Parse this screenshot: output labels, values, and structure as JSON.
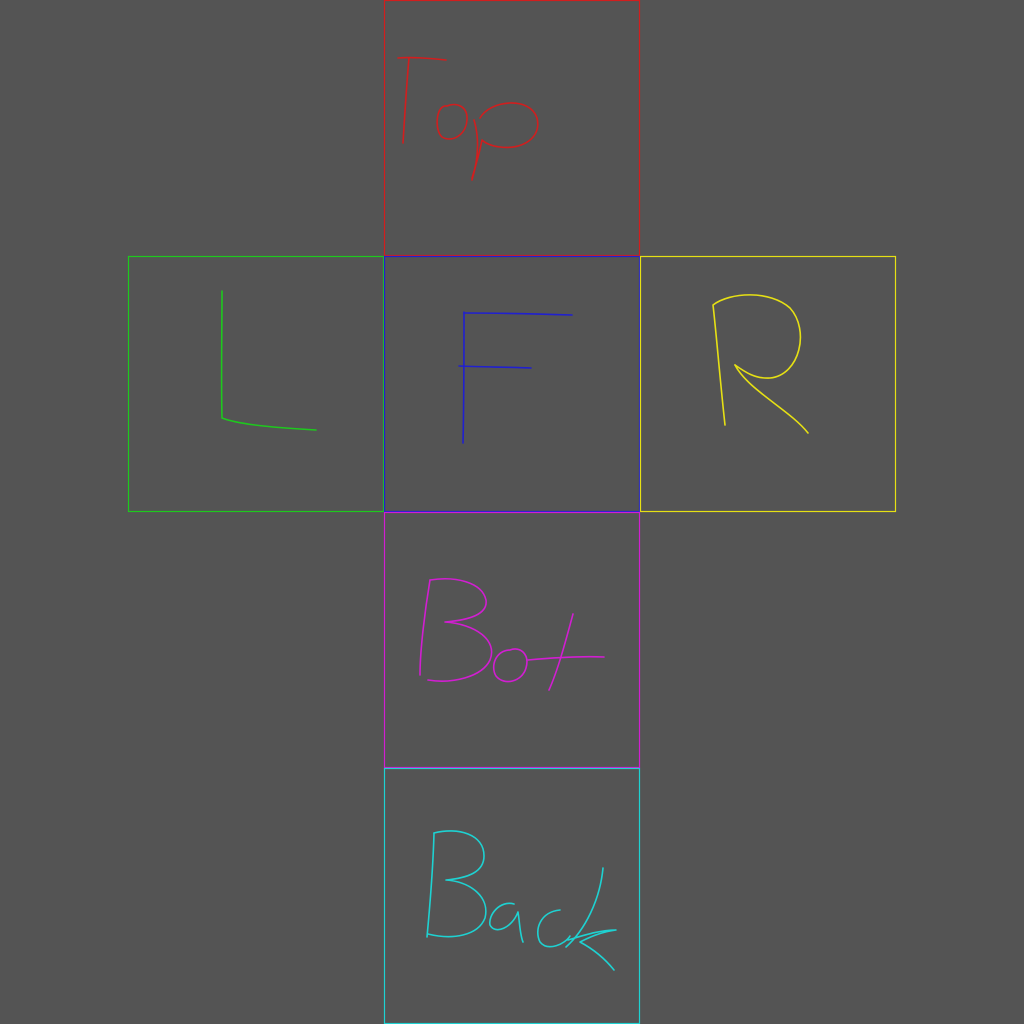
{
  "faces": {
    "top": {
      "label": "Top",
      "color": "#d21e1e"
    },
    "left": {
      "label": "L",
      "color": "#1ec81e"
    },
    "front": {
      "label": "F",
      "color": "#2020d0"
    },
    "right": {
      "label": "R",
      "color": "#e6e014"
    },
    "bottom": {
      "label": "Bot",
      "color": "#d21ed2"
    },
    "back": {
      "label": "Back",
      "color": "#1ed2d2"
    }
  }
}
